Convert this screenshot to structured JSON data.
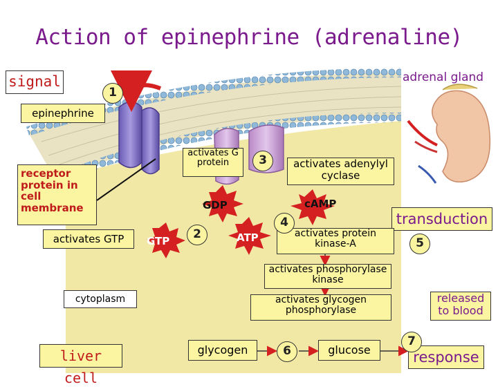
{
  "title": "Action of epinephrine (adrenaline)",
  "labels": {
    "signal": "signal",
    "epinephrine": "epinephrine",
    "receptor": "receptor protein in cell membrane",
    "activates_gtp": "activates GTP",
    "cytoplasm": "cytoplasm",
    "liver_cell": "liver cell",
    "adrenal_gland": "adrenal gland",
    "activates_g_protein": "activates G protein",
    "activates_adenylyl": "activates adenylyl cyclase",
    "camp": "cAMP",
    "transduction": "transduction",
    "gdp": "GDP",
    "gtp": "GTP",
    "atp": "ATP",
    "activates_pka": "activates protein kinase-A",
    "activates_phos_kinase": "activates phosphorylase kinase",
    "activates_glycogen_phos": "activates glycogen phosphorylase",
    "released": "released to blood",
    "glycogen": "glycogen",
    "glucose": "glucose",
    "response": "response"
  },
  "steps": [
    "1",
    "2",
    "3",
    "4",
    "5",
    "6",
    "7"
  ],
  "colors": {
    "title": "#7a1a8c",
    "box_fill": "#fbf5a2",
    "accent_red": "#d42020",
    "cytoplasm": "#f2e8a6",
    "receptor": "#8a7ac9",
    "g_protein": "#c9a0d4"
  }
}
